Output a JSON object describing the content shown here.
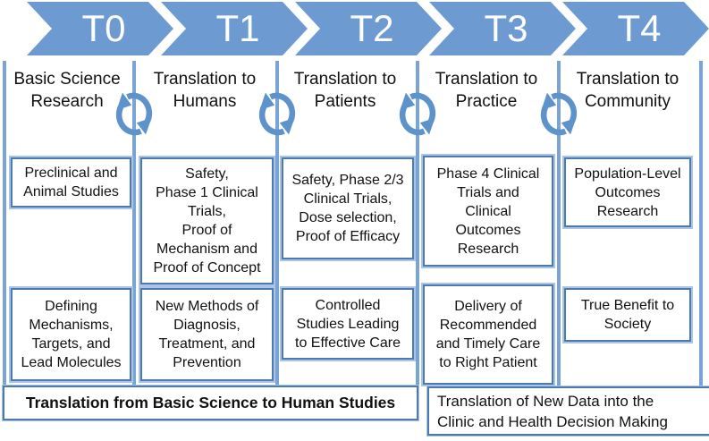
{
  "palette": {
    "chevron_fill": "#6d9bd1",
    "chevron_text": "#ffffff",
    "line": "#7aa3d6",
    "box_border": "#4d7bb0",
    "box_ring": "#a9c4e4",
    "icon": "#5e92ca"
  },
  "phases": [
    {
      "tag": "T0",
      "label": "Basic Science\nResearch",
      "middle_box": "Preclinical and\nAnimal Studies",
      "bottom_box": "Defining\nMechanisms,\nTargets, and\nLead Molecules"
    },
    {
      "tag": "T1",
      "label": "Translation to\nHumans",
      "middle_box": "Safety,\nPhase 1 Clinical\nTrials,\nProof of\nMechanism and\nProof of Concept",
      "bottom_box": "New Methods of\nDiagnosis,\nTreatment, and\nPrevention"
    },
    {
      "tag": "T2",
      "label": "Translation to\nPatients",
      "middle_box": "Safety, Phase 2/3\nClinical Trials,\nDose selection,\nProof of Efficacy",
      "bottom_box": "Controlled\nStudies Leading\nto Effective Care"
    },
    {
      "tag": "T3",
      "label": "Translation to\nPractice",
      "middle_box": "Phase 4 Clinical\nTrials and\nClinical\nOutcomes\nResearch",
      "bottom_box": "Delivery of\nRecommended\nand Timely Care\nto Right Patient"
    },
    {
      "tag": "T4",
      "label": "Translation to\nCommunity",
      "middle_box": "Population-Level\nOutcomes\nResearch",
      "bottom_box": "True Benefit to\nSociety"
    }
  ],
  "banners": {
    "left": "Translation from Basic Science to Human Studies",
    "right": "Translation of New Data into the\nClinic and Health Decision Making"
  }
}
